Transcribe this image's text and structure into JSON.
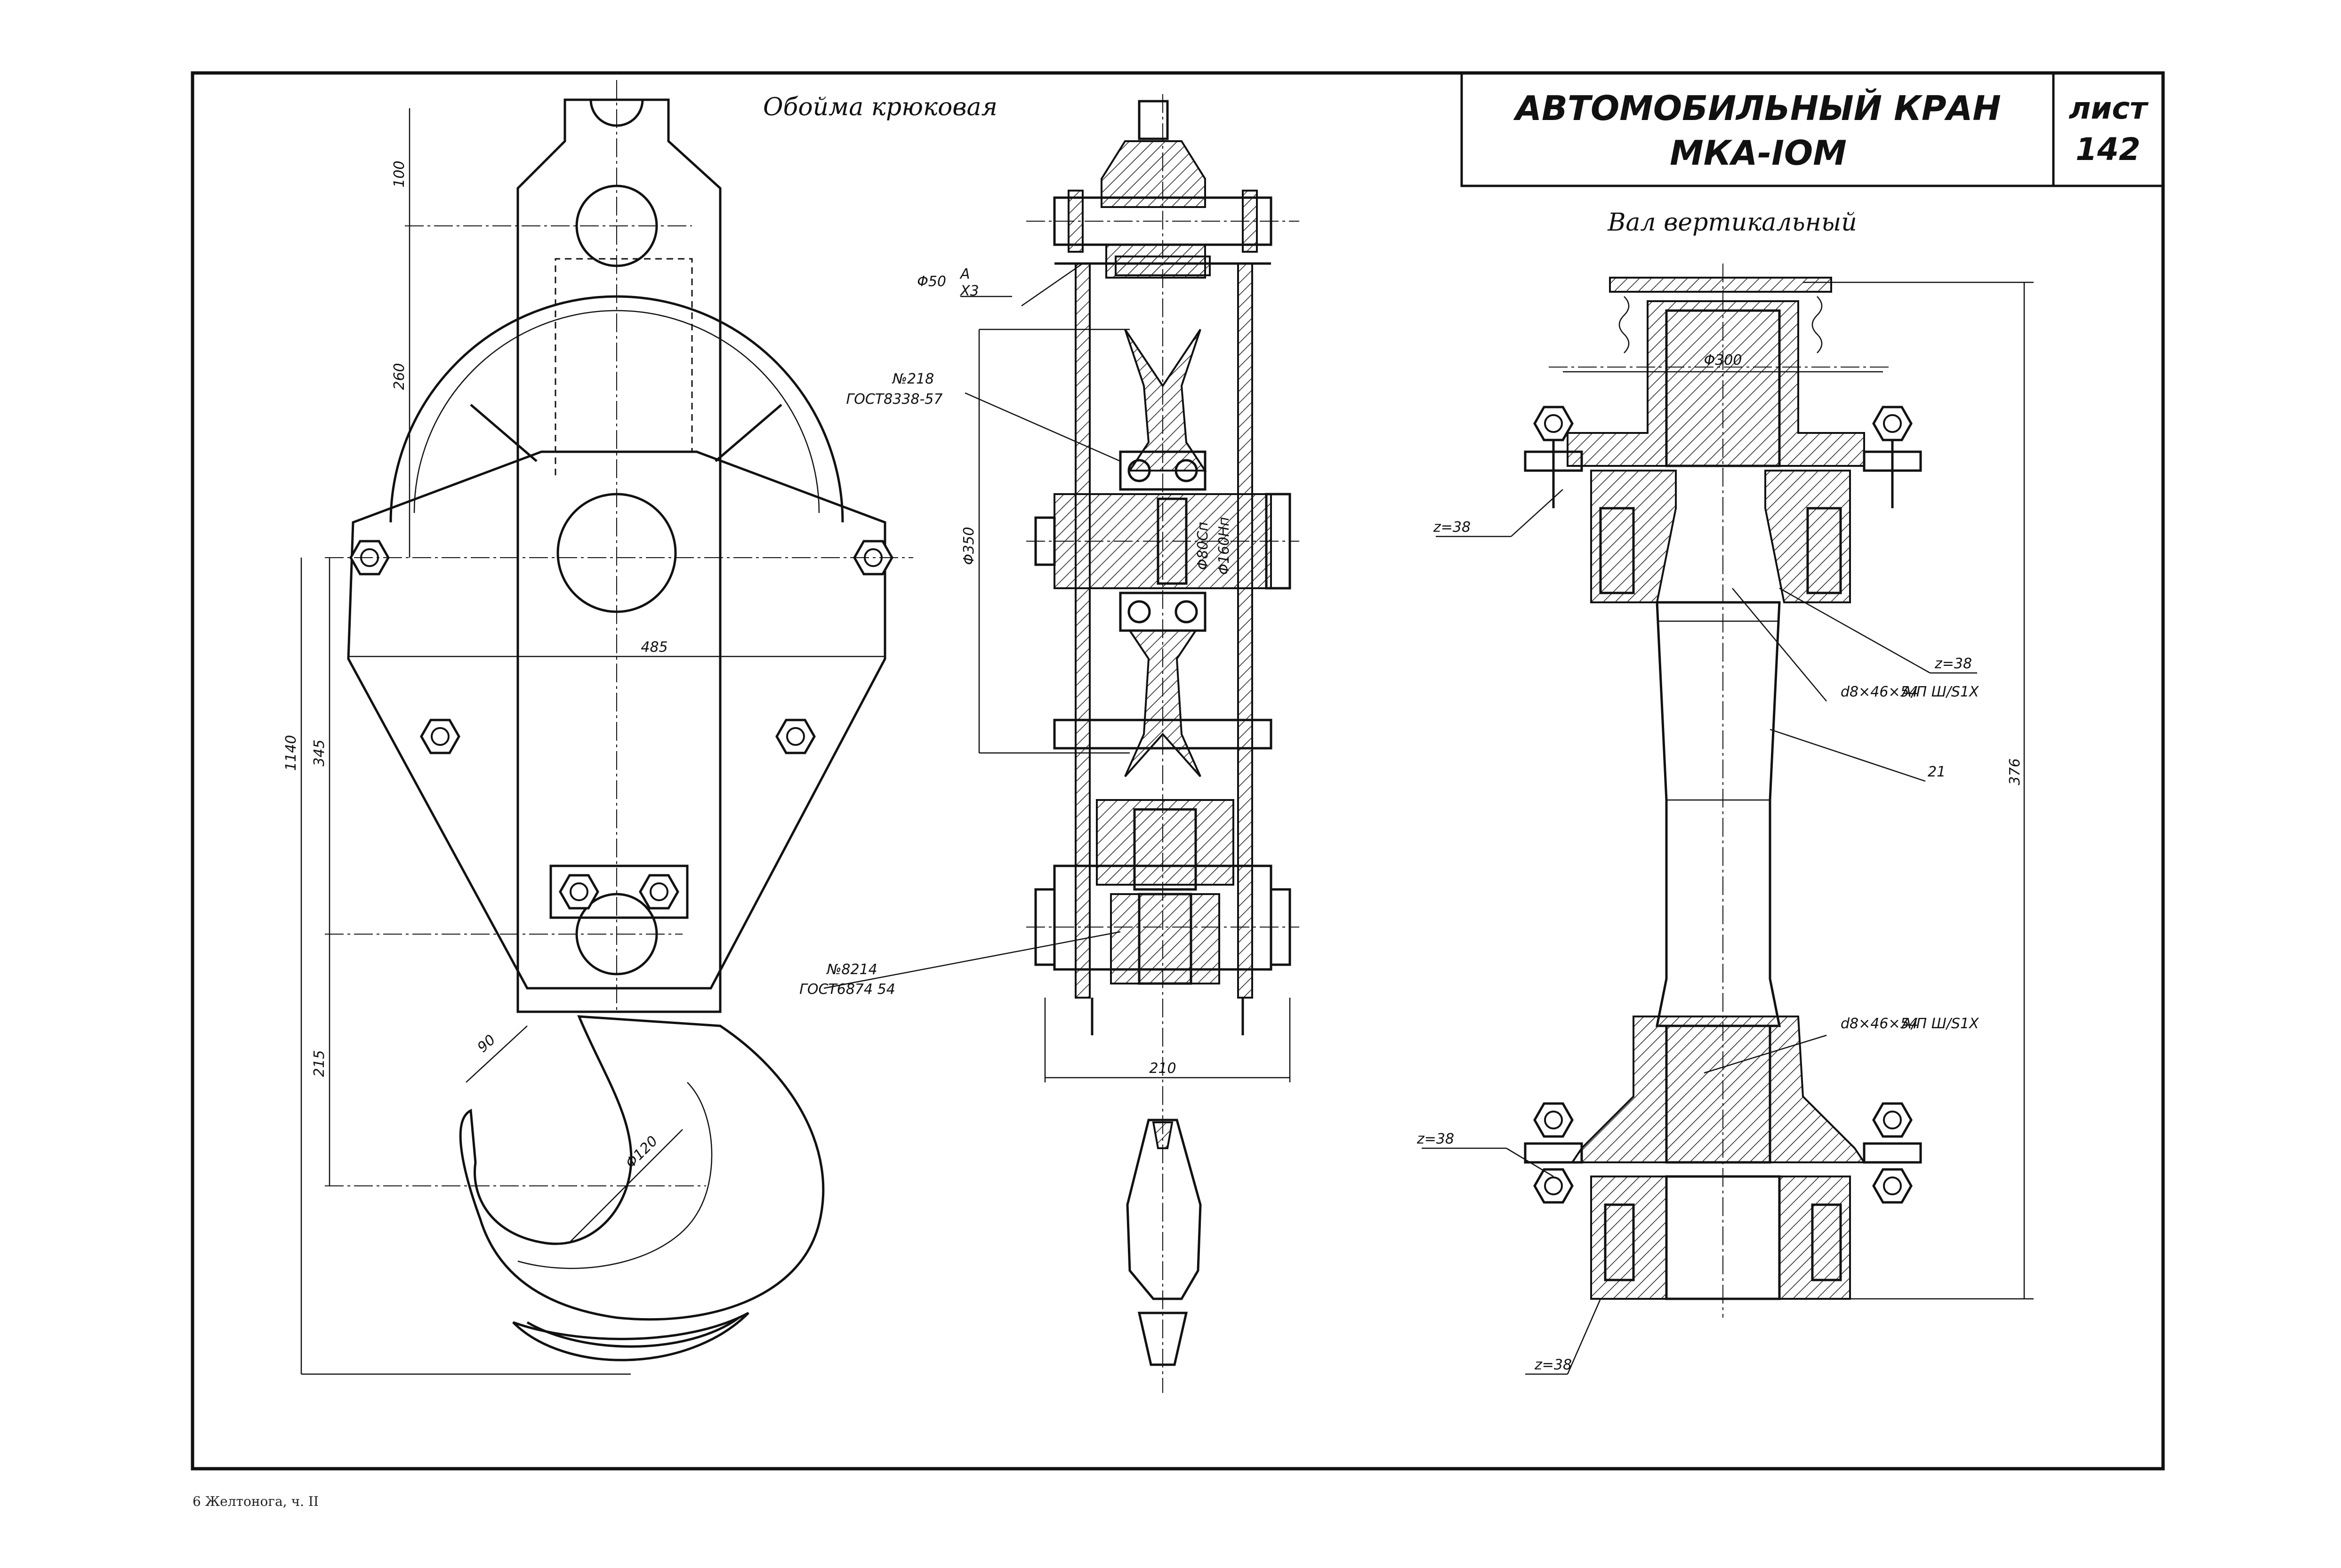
{
  "title_block": {
    "line1": "АВТОМОБИЛЬНЫЙ  КРАН",
    "line2": "МКА-IOM",
    "sheet_label": "лист",
    "sheet_number": "142"
  },
  "views": {
    "hook_block": {
      "caption": "Обойма крюковая",
      "dims": {
        "d100": "100",
        "d260": "260",
        "d485": "485",
        "d1140": "1140",
        "d345": "345",
        "d215": "215",
        "d90": "90",
        "d120": "Φ120"
      }
    },
    "section": {
      "bearing_top": "№218",
      "bearing_top_std": "ГОСТ8338-57",
      "fit_50": "Φ50",
      "fit_50_a": "А",
      "fit_50_x": "Х3",
      "d350": "Φ350",
      "d80": "Φ80Сп",
      "d160": "Φ160Нп",
      "bearing_bottom": "№8214",
      "bearing_bottom_std": "ГОСТ6874 54",
      "d210": "210"
    },
    "shaft": {
      "caption": "Вал вертикальный",
      "d300": "Φ300",
      "z_top_left": "z=38",
      "z_right": "z=38",
      "spline_top": "d8×46×54",
      "spline_top_fit": "А/П  Ш/S1Х",
      "part_21": "21",
      "d376": "376",
      "spline_bottom": "d8×46×54",
      "spline_bottom_fit": "А/П  Ш/S1Х",
      "z_bottom_left": "z=38",
      "z_bottom": "z=38"
    }
  },
  "footer": "6 Желтонога, ч. II"
}
